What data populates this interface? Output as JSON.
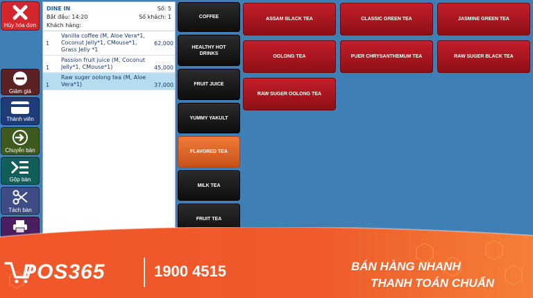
{
  "toolbar": {
    "cancel_label": "Hủy hóa đơn",
    "discount_label": "Giảm giá",
    "member_label": "Thành viên",
    "transfer_label": "Chuyển bàn",
    "merge_label": "Gộp bàn",
    "split_label": "Tách bàn"
  },
  "order": {
    "type": "DINE IN",
    "number_label": "Số: 5",
    "start_label": "Bắt đầu: 14:20",
    "guests_label": "Số khách: 1",
    "customer_label": "Khách hàng:",
    "items": [
      {
        "qty": "1",
        "name": "Vanilla coffee (M, Aloe Vera*1, Coconut Jelly*1, CMouse*1, Grass Jelly *1",
        "price": "62,000"
      },
      {
        "qty": "1",
        "name": "Passion fruit juice (M, Coconut Jelly*1, CMouse*1)",
        "price": "45,000"
      },
      {
        "qty": "1",
        "name": "Raw suger oolong tea (M, Aloe Vera*1)",
        "price": "37,000"
      }
    ]
  },
  "categories": [
    {
      "label": "COFFEE"
    },
    {
      "label": "HEALTHY HOT DRINKS"
    },
    {
      "label": "FRUIT JUICE"
    },
    {
      "label": "YUMMY YAKULT"
    },
    {
      "label": "FLAVORED TEA"
    },
    {
      "label": "MILK TEA"
    },
    {
      "label": "FRUIT TEA"
    }
  ],
  "products": [
    {
      "label": "ASSAM BLACK TEA"
    },
    {
      "label": "CLASSIC GREEN TEA"
    },
    {
      "label": "JASMINE GREEN TEA"
    },
    {
      "label": "OOLONG TEA"
    },
    {
      "label": "PUER CHRYSANTHEMUM TEA"
    },
    {
      "label": "RAW SUGER BLACK TEA"
    },
    {
      "label": "RAW SUGER OOLONG TEA"
    }
  ],
  "banner": {
    "logo_text": "POS365",
    "hotline": "1900 4515",
    "slogan_line1": "BÁN HÀNG NHANH",
    "slogan_line2": "THANH TOÁN CHUẨN"
  },
  "colors": {
    "background": "#3f7fb5",
    "product_red": "#b0151f",
    "category_active": "#e5692b",
    "banner_orange": "#ef5a2a"
  }
}
